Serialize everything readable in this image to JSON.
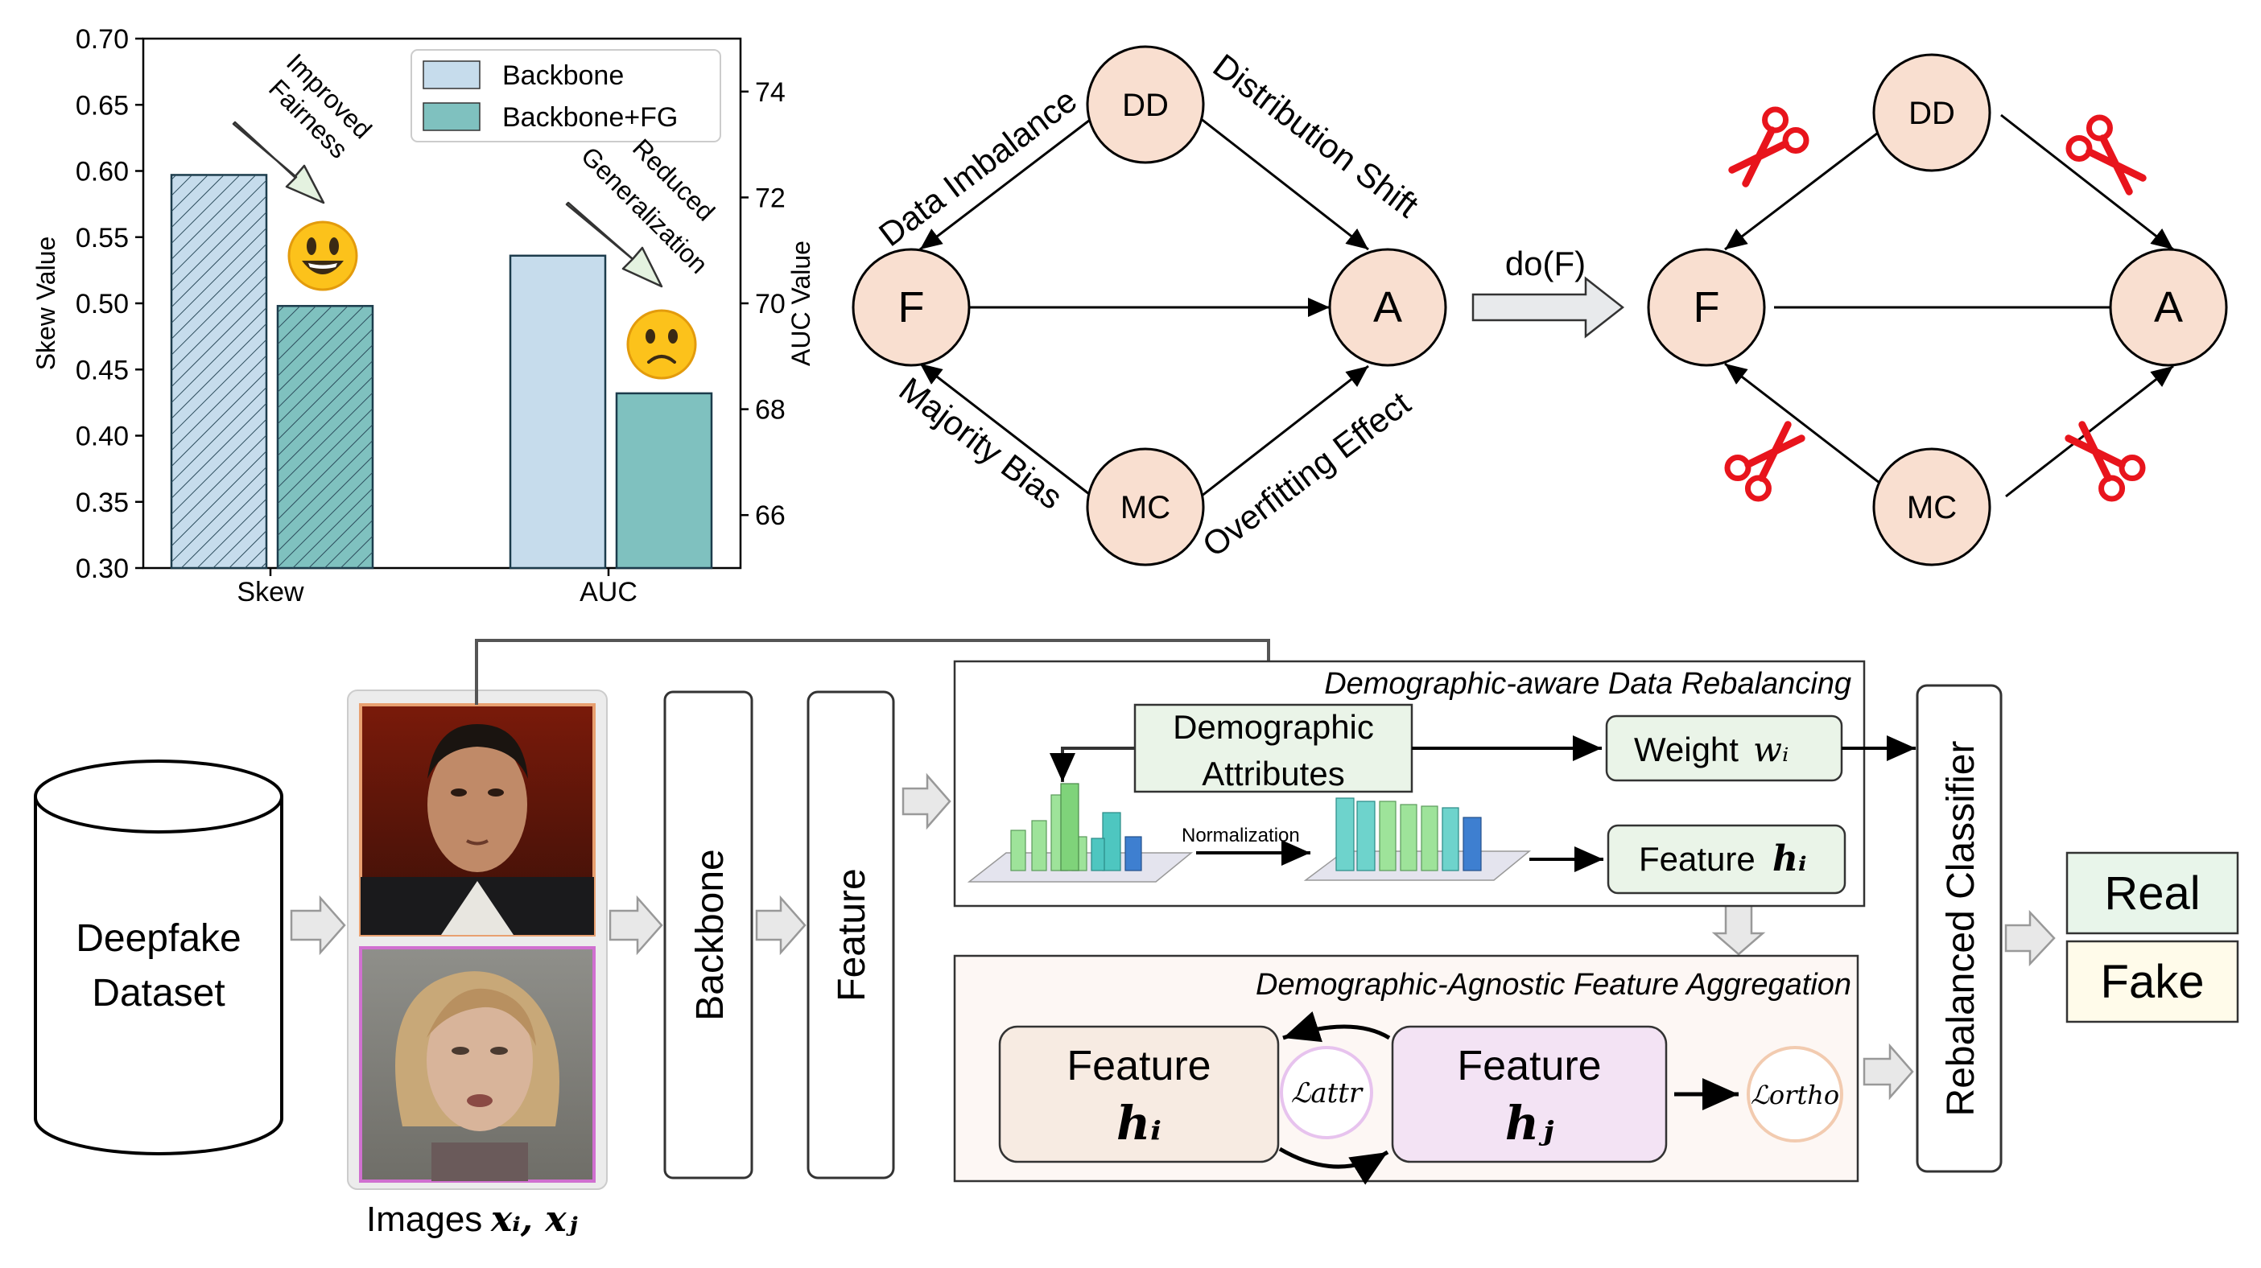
{
  "chart": {
    "legend": [
      "Backbone",
      "Backbone+FG"
    ],
    "ylabel_left": "Skew Value",
    "ylabel_right": "AUC Value",
    "left_ticks": [
      "0.30",
      "0.35",
      "0.40",
      "0.45",
      "0.50",
      "0.55",
      "0.60",
      "0.65",
      "0.70"
    ],
    "right_ticks": [
      "66",
      "68",
      "70",
      "72",
      "74"
    ],
    "x_labels": [
      "Skew",
      "AUC"
    ],
    "annotation_fairness": [
      "Improved",
      "Fairness"
    ],
    "annotation_generalization": [
      "Reduced",
      "Generalization"
    ],
    "emoji_happy": "happy-face",
    "emoji_sad": "sad-face",
    "colors": {
      "backbone": "#c6dcec",
      "fg": "#7fc1bf",
      "arrow": "#e4f2e0"
    }
  },
  "chart_data": {
    "type": "bar",
    "categories": [
      "Skew",
      "AUC"
    ],
    "series": [
      {
        "name": "Backbone",
        "values": [
          0.597,
          70.9
        ]
      },
      {
        "name": "Backbone+FG",
        "values": [
          0.498,
          68.3
        ]
      }
    ],
    "ylim_left": [
      0.3,
      0.7
    ],
    "ylim_right": [
      65,
      75
    ],
    "ylabel": "Skew Value",
    "ylabel_right": "AUC Value",
    "legend_position": "top-right"
  },
  "causal": {
    "nodes": {
      "dd": "DD",
      "mc": "MC",
      "f": "F",
      "a": "A"
    },
    "edges": {
      "data_imbalance": "Data Imbalance",
      "distribution_shift": "Distribution Shift",
      "majority_bias": "Majority Bias",
      "overfitting": "Overfitting Effect"
    },
    "intervention": "do(F)",
    "node_color": "#f9dfd0"
  },
  "pipeline": {
    "dataset": [
      "Deepfake",
      "Dataset"
    ],
    "images_label": "Images",
    "images_vars": "𝒙ᵢ, 𝒙ⱼ",
    "backbone": "Backbone",
    "feature": "Feature",
    "rebalancing_title": "Demographic-aware Data Rebalancing",
    "demo_attr": [
      "Demographic",
      "Attributes"
    ],
    "normalization": "Normalization",
    "weight": "Weight",
    "weight_var": "wᵢ",
    "feature_hi": "Feature",
    "hi_var": "𝒉ᵢ",
    "aggregation_title": "Demographic-Agnostic Feature Aggregation",
    "agg_feature_i": "Feature",
    "agg_hi": "𝒉ᵢ",
    "agg_feature_j": "Feature",
    "agg_hj": "𝒉ⱼ",
    "loss_attr": "ℒattr",
    "loss_ortho": "ℒortho",
    "classifier": "Rebalanced Classifier",
    "real": "Real",
    "fake": "Fake"
  }
}
